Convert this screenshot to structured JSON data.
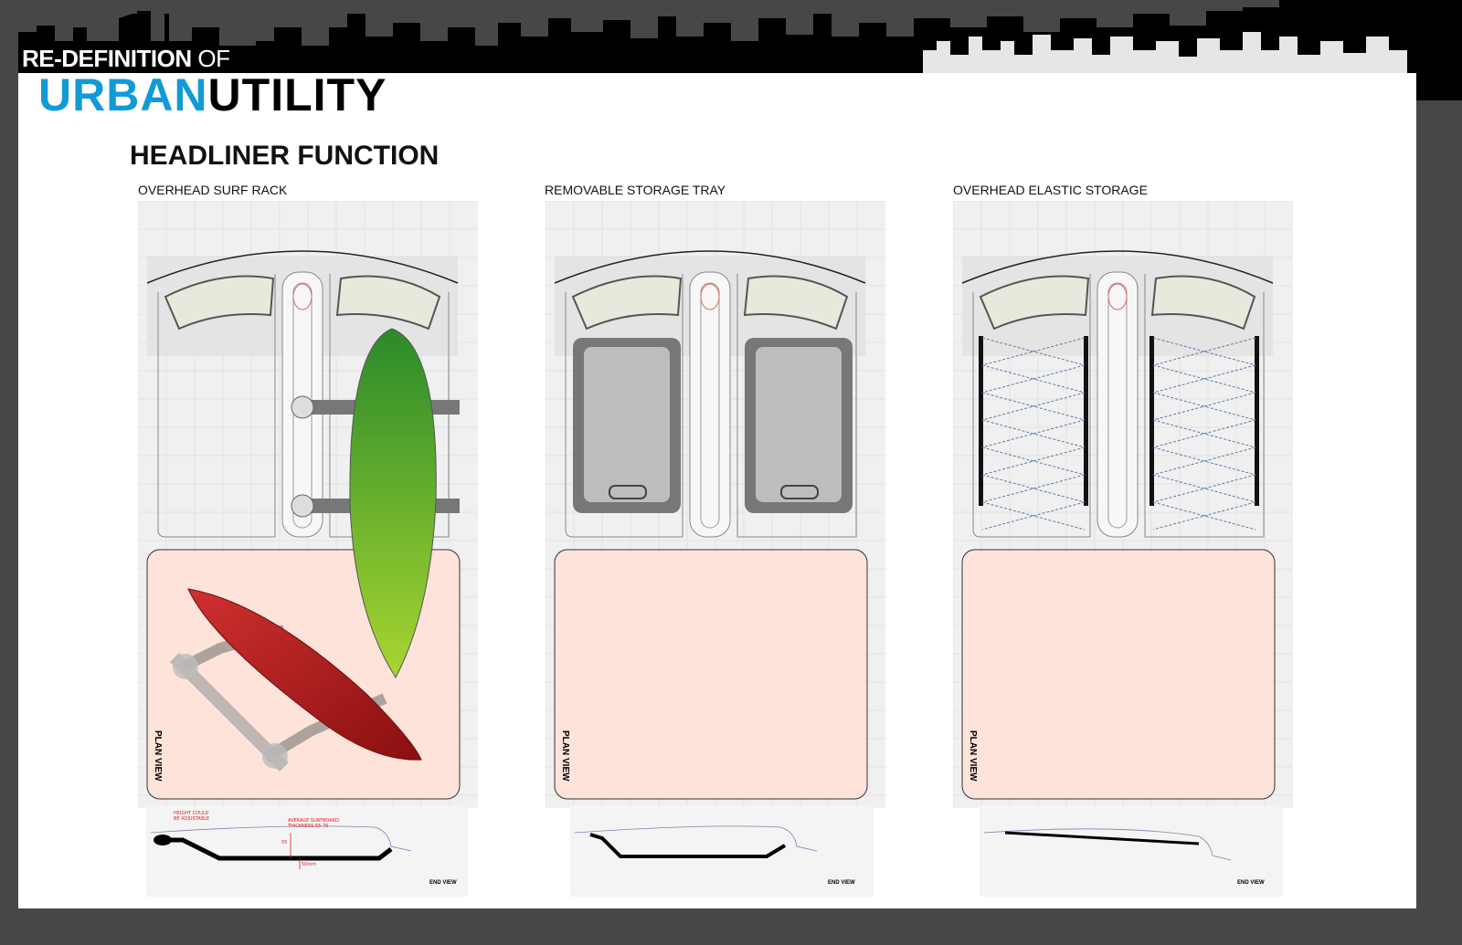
{
  "header": {
    "brand_line1": "RE-DEFINITION",
    "brand_of": "OF",
    "brand_urban": "URBAN",
    "brand_utility": "UTILITY"
  },
  "page_title": "HEADLINER FUNCTION",
  "panels": [
    {
      "title": "OVERHEAD  SURF  RACK",
      "plan_label": "PLAN VIEW",
      "end_label": "END VIEW"
    },
    {
      "title": "REMOVABLE  STORAGE TRAY",
      "plan_label": "PLAN VIEW",
      "end_label": "END VIEW"
    },
    {
      "title": "OVERHEAD ELASTIC STORAGE",
      "plan_label": "PLAN VIEW",
      "end_label": "END VIEW"
    }
  ],
  "annotations": {
    "height": "HEIGHT COULD BE ADJUSTABLE",
    "thickness": "AVERAGE SURFBOARD THICKNESS 55-75",
    "dim1": "55",
    "dim2": "50mm"
  },
  "colors": {
    "accent_blue": "#129ad6",
    "background": "#474747",
    "cargo_floor": "#fde3da",
    "surfboard_green": "#3fa02a",
    "surfboard_red": "#b11a1a",
    "annotation_red": "#e02020"
  }
}
